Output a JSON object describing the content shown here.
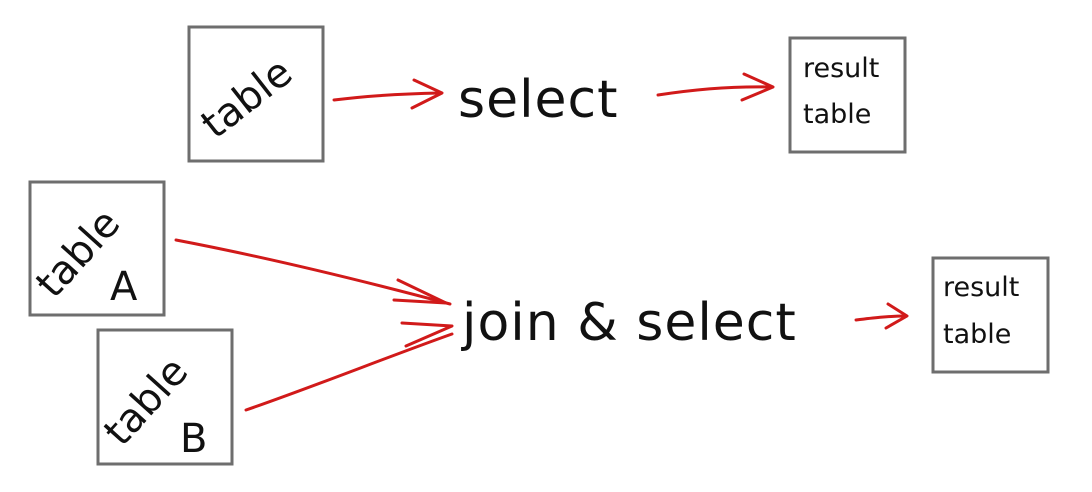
{
  "diagram": {
    "top_row": {
      "input_table": "table",
      "operation": "select",
      "result_line1": "result",
      "result_line2": "table"
    },
    "bottom_row": {
      "table_a_line1": "table",
      "table_a_line2": "A",
      "table_b_line1": "table",
      "table_b_line2": "B",
      "operation": "join & select",
      "result_line1": "result",
      "result_line2": "table"
    },
    "colors": {
      "arrow": "#d11a1a",
      "box_border": "#6e6e6e",
      "text": "#111111",
      "background": "#ffffff"
    }
  }
}
